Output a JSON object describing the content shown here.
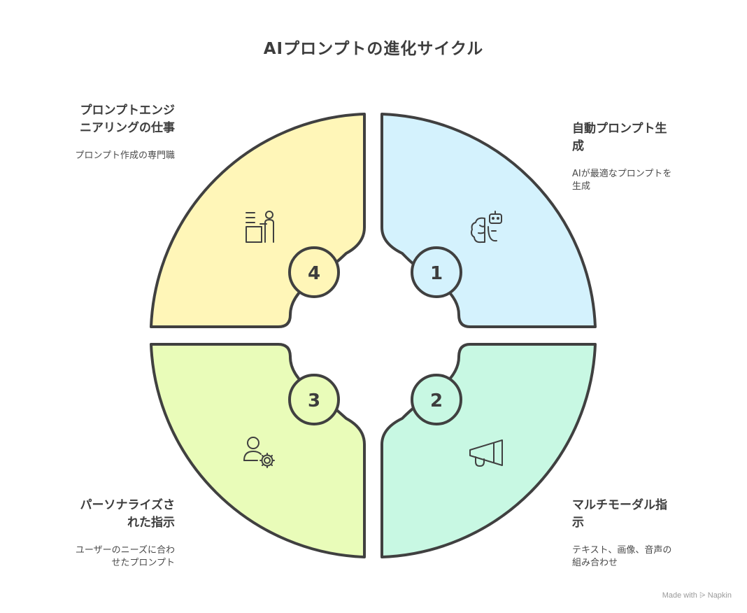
{
  "title": "AIプロンプトの進化サイクル",
  "segments": [
    {
      "number": "1",
      "title": "自動プロンプト生成",
      "description": "AIが最適なプロンプトを生成",
      "color": "#d4f2fd",
      "icon": "brain-robot-icon"
    },
    {
      "number": "2",
      "title": "マルチモーダル指示",
      "description": "テキスト、画像、音声の組み合わせ",
      "color": "#c8f8e3",
      "icon": "megaphone-icon"
    },
    {
      "number": "3",
      "title": "パーソナライズされた指示",
      "description": "ユーザーのニーズに合わせたプロンプト",
      "color": "#e9fcb9",
      "icon": "user-gear-icon"
    },
    {
      "number": "4",
      "title": "プロンプトエンジニアリングの仕事",
      "description": "プロンプト作成の専門職",
      "color": "#fff6b8",
      "icon": "worker-desk-icon"
    }
  ],
  "stroke_color": "#404040",
  "footer": "Made with ⩥ Napkin"
}
